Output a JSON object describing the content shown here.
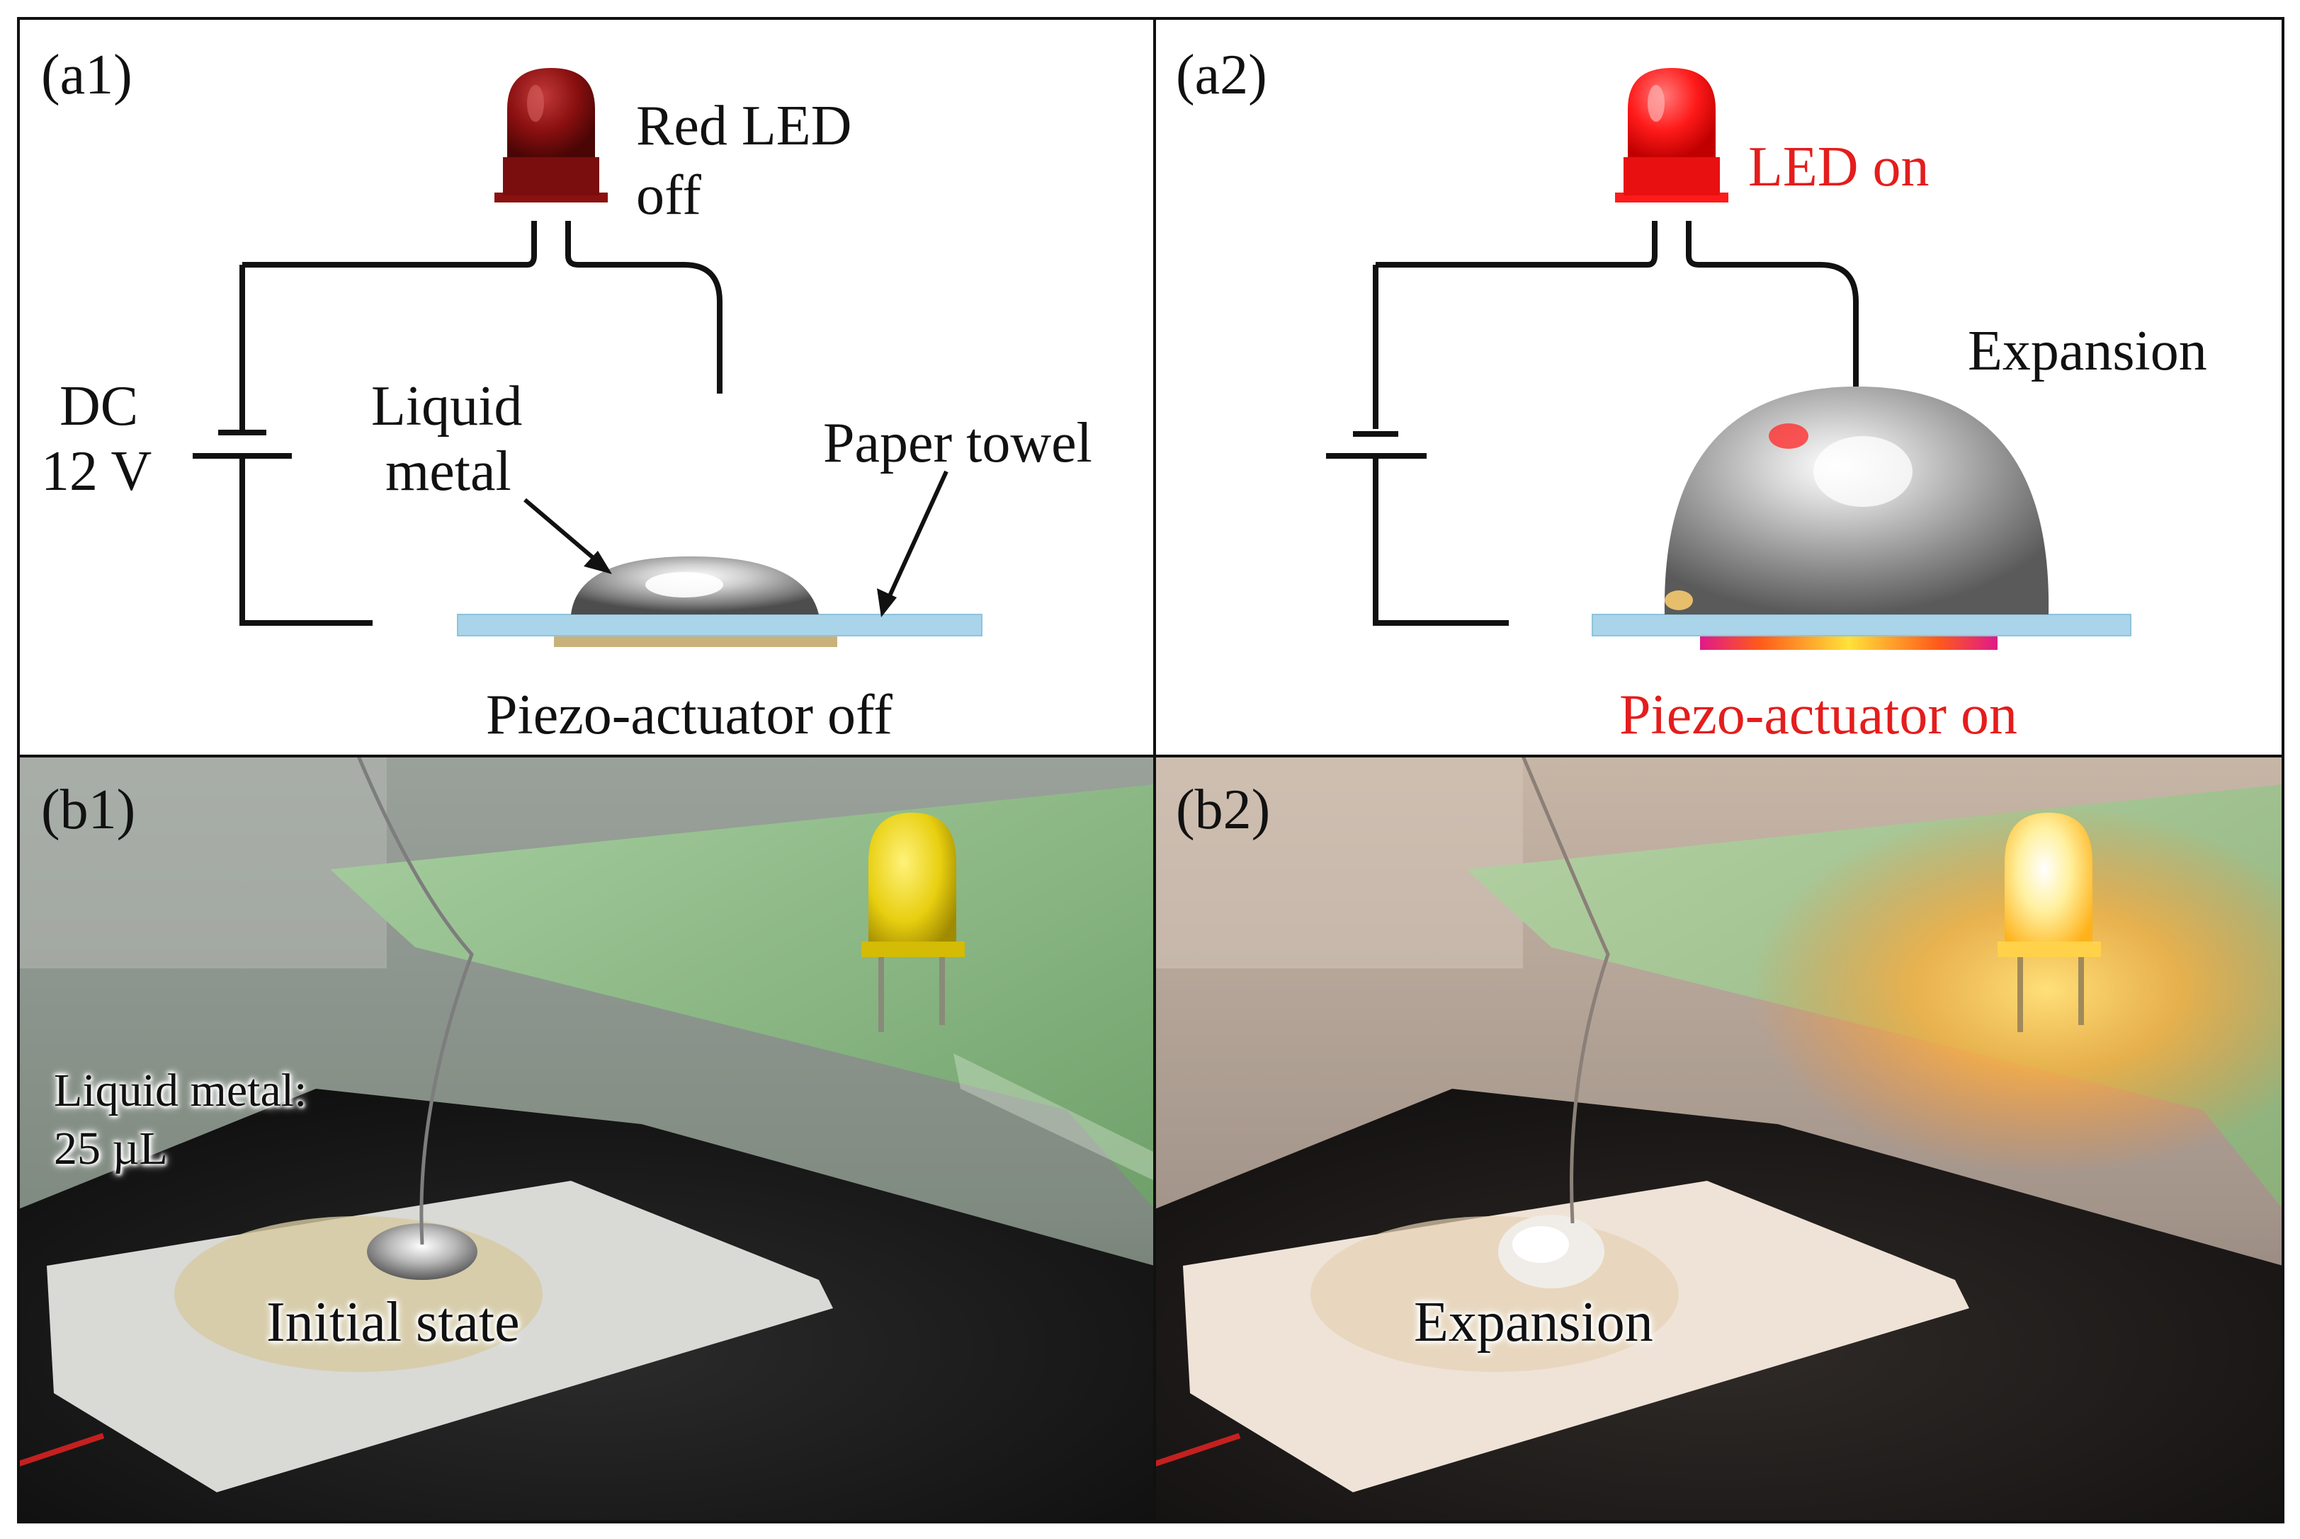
{
  "figure": {
    "a1": {
      "label": "(a1)",
      "led_label_line1": "Red LED",
      "led_label_line2": "off",
      "source_line1": "DC",
      "source_line2": "12 V",
      "liquid_line1": "Liquid",
      "liquid_line2": "metal",
      "paper_towel": "Paper towel",
      "piezo": "Piezo-actuator off"
    },
    "a2": {
      "label": "(a2)",
      "led_label": "LED on",
      "expansion": "Expansion",
      "piezo": "Piezo-actuator on"
    },
    "b1": {
      "label": "(b1)",
      "volume_line1": "Liquid metal:",
      "volume_line2": "25 µL",
      "state": "Initial state"
    },
    "b2": {
      "label": "(b2)",
      "state": "Expansion"
    }
  },
  "colors": {
    "led_off": "#8b1010",
    "led_on": "#ff1a1a",
    "red_text": "#e41d1d",
    "paper_towel": "#a9d4ea",
    "piezo_off": "#c9b27a",
    "wire": "#111111"
  }
}
